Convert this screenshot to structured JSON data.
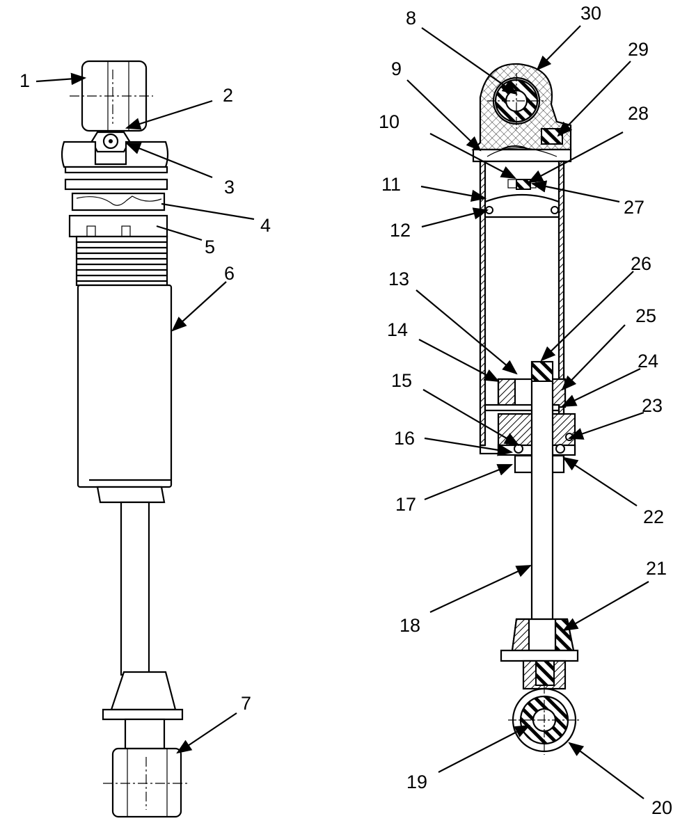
{
  "callouts": [
    {
      "id": 1,
      "label": "1"
    },
    {
      "id": 2,
      "label": "2"
    },
    {
      "id": 3,
      "label": "3"
    },
    {
      "id": 4,
      "label": "4"
    },
    {
      "id": 5,
      "label": "5"
    },
    {
      "id": 6,
      "label": "6"
    },
    {
      "id": 7,
      "label": "7"
    },
    {
      "id": 8,
      "label": "8"
    },
    {
      "id": 9,
      "label": "9"
    },
    {
      "id": 10,
      "label": "10"
    },
    {
      "id": 11,
      "label": "11"
    },
    {
      "id": 12,
      "label": "12"
    },
    {
      "id": 13,
      "label": "13"
    },
    {
      "id": 14,
      "label": "14"
    },
    {
      "id": 15,
      "label": "15"
    },
    {
      "id": 16,
      "label": "16"
    },
    {
      "id": 17,
      "label": "17"
    },
    {
      "id": 18,
      "label": "18"
    },
    {
      "id": 19,
      "label": "19"
    },
    {
      "id": 20,
      "label": "20"
    },
    {
      "id": 21,
      "label": "21"
    },
    {
      "id": 22,
      "label": "22"
    },
    {
      "id": 23,
      "label": "23"
    },
    {
      "id": 24,
      "label": "24"
    },
    {
      "id": 25,
      "label": "25"
    },
    {
      "id": 26,
      "label": "26"
    },
    {
      "id": 27,
      "label": "27"
    },
    {
      "id": 28,
      "label": "28"
    },
    {
      "id": 29,
      "label": "29"
    },
    {
      "id": 30,
      "label": "30"
    }
  ]
}
